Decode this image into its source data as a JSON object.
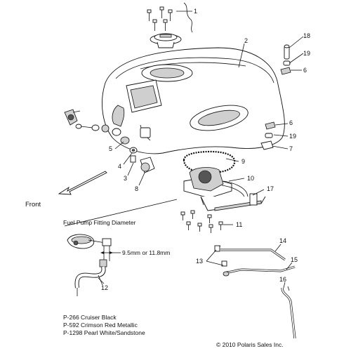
{
  "callouts": [
    {
      "id": "1",
      "text": "1"
    },
    {
      "id": "2",
      "text": "2"
    },
    {
      "id": "3",
      "text": "3"
    },
    {
      "id": "4",
      "text": "4"
    },
    {
      "id": "5",
      "text": "5"
    },
    {
      "id": "6a",
      "text": "6"
    },
    {
      "id": "6b",
      "text": "6"
    },
    {
      "id": "7",
      "text": "7"
    },
    {
      "id": "8",
      "text": "8"
    },
    {
      "id": "9",
      "text": "9"
    },
    {
      "id": "10",
      "text": "10"
    },
    {
      "id": "11",
      "text": "11"
    },
    {
      "id": "12",
      "text": "12"
    },
    {
      "id": "13",
      "text": "13"
    },
    {
      "id": "14",
      "text": "14"
    },
    {
      "id": "15",
      "text": "15"
    },
    {
      "id": "16",
      "text": "16"
    },
    {
      "id": "17",
      "text": "17"
    },
    {
      "id": "18",
      "text": "18"
    },
    {
      "id": "19a",
      "text": "19"
    },
    {
      "id": "19b",
      "text": "19"
    }
  ],
  "labels": {
    "front": "Front",
    "fitting_title": "Fuel Pump Fitting Diameter",
    "fitting_size": "9.5mm or 11.8mm"
  },
  "colors_list": [
    "P-266  Cruiser Black",
    "P-592  Crimson Red Metallic",
    "P-1298 Pearl White/Sandstone"
  ],
  "copyright": "© 2010 Polaris Sales Inc."
}
